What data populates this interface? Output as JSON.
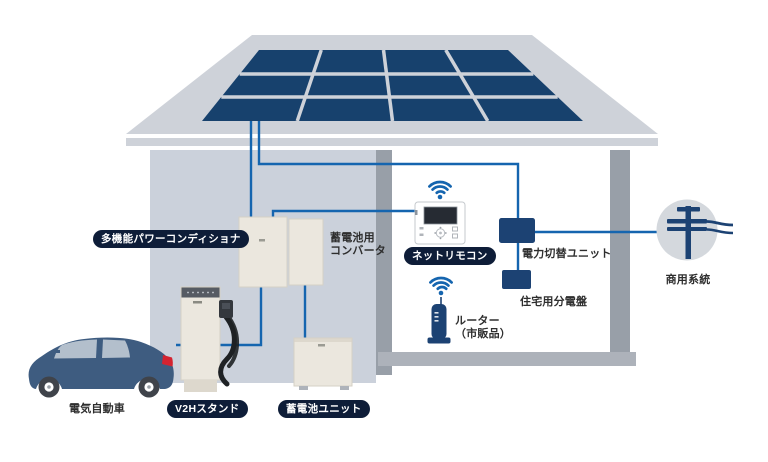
{
  "diagram": {
    "type": "home-energy-system-diagram",
    "labels": {
      "power_conditioner": "多機能パワーコンディショナ",
      "battery_converter": "蓄電池用\nコンバータ",
      "net_remote": "ネットリモコン",
      "power_switch_unit": "電力切替ユニット",
      "distribution_board": "住宅用分電盤",
      "router": "ルーター\n（市販品）",
      "commercial_grid": "商用系統",
      "ev": "電気自動車",
      "v2h_stand": "V2Hスタンド",
      "battery_unit": "蓄電池ユニット"
    },
    "icons": {
      "wifi": "wifi-icon",
      "utility_pole": "utility-pole-icon"
    },
    "colors": {
      "panel_navy": "#17416d",
      "line_blue": "#1565af",
      "pill_navy": "#0e1d38",
      "box_navy": "#1c4273",
      "roof_gray": "#ced2d9",
      "wall_gray": "#cbd1db",
      "pillar_gray": "#989fa8",
      "floor_gray": "#adb2ba",
      "circle_gray": "#d4d8dd",
      "equipment_beige": "#ebe7de",
      "beige_border": "#d6d1c6",
      "car_blue": "#3e5c80",
      "glass_blue": "#b3bfcc",
      "taillight_red": "#d42330",
      "text_dark": "#2e2e2e"
    }
  }
}
